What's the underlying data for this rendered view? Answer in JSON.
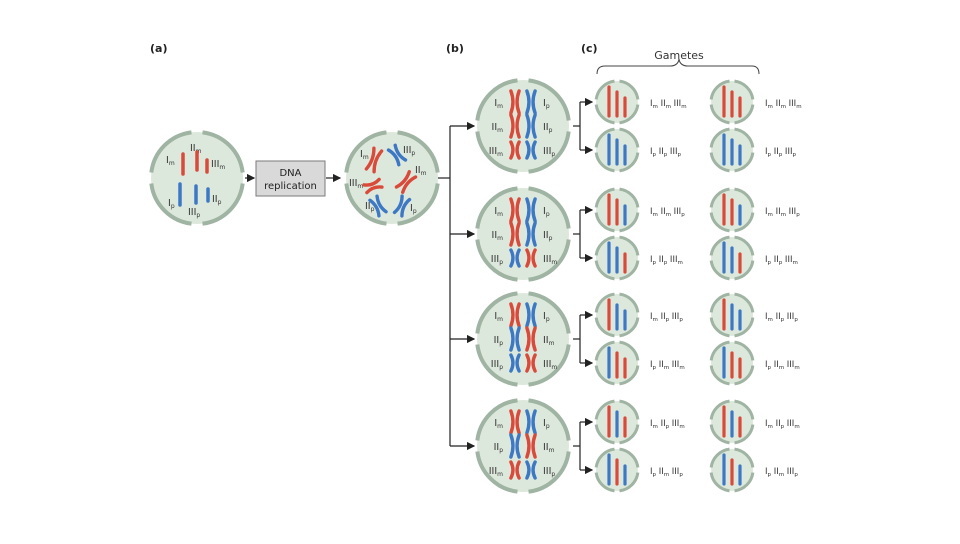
{
  "panel_labels": {
    "a": "(a)",
    "b": "(b)",
    "c": "(c)"
  },
  "dna_box": {
    "line1": "DNA",
    "line2": "replication"
  },
  "gametes_title": "Gametes",
  "colors": {
    "maternal": "#d94a3a",
    "paternal": "#3d78c4",
    "cell_fill": "#dde8dc",
    "cell_border": "#9fb4a2",
    "arrow": "#222222",
    "box_fill": "#d9d9d9",
    "box_border": "#7a7a7a"
  },
  "cell_a": {
    "labels": [
      {
        "roman": "II",
        "sub": "m"
      },
      {
        "roman": "I",
        "sub": "m"
      },
      {
        "roman": "III",
        "sub": "m"
      },
      {
        "roman": "I",
        "sub": "p"
      },
      {
        "roman": "II",
        "sub": "p"
      },
      {
        "roman": "III",
        "sub": "p"
      }
    ]
  },
  "cell_replicated": {
    "labels": [
      {
        "roman": "I",
        "sub": "m"
      },
      {
        "roman": "III",
        "sub": "p"
      },
      {
        "roman": "II",
        "sub": "m"
      },
      {
        "roman": "III",
        "sub": "m"
      },
      {
        "roman": "II",
        "sub": "p"
      },
      {
        "roman": "I",
        "sub": "p"
      }
    ]
  },
  "metaphase_cells": [
    {
      "rows": [
        {
          "left": {
            "roman": "I",
            "sub": "m"
          },
          "right": {
            "roman": "I",
            "sub": "p"
          }
        },
        {
          "left": {
            "roman": "II",
            "sub": "m"
          },
          "right": {
            "roman": "II",
            "sub": "p"
          }
        },
        {
          "left": {
            "roman": "III",
            "sub": "m"
          },
          "right": {
            "roman": "III",
            "sub": "p"
          }
        }
      ]
    },
    {
      "rows": [
        {
          "left": {
            "roman": "I",
            "sub": "m"
          },
          "right": {
            "roman": "I",
            "sub": "p"
          }
        },
        {
          "left": {
            "roman": "II",
            "sub": "m"
          },
          "right": {
            "roman": "II",
            "sub": "p"
          }
        },
        {
          "left": {
            "roman": "III",
            "sub": "p"
          },
          "right": {
            "roman": "III",
            "sub": "m"
          }
        }
      ]
    },
    {
      "rows": [
        {
          "left": {
            "roman": "I",
            "sub": "m"
          },
          "right": {
            "roman": "I",
            "sub": "p"
          }
        },
        {
          "left": {
            "roman": "II",
            "sub": "p"
          },
          "right": {
            "roman": "II",
            "sub": "m"
          }
        },
        {
          "left": {
            "roman": "III",
            "sub": "p"
          },
          "right": {
            "roman": "III",
            "sub": "m"
          }
        }
      ]
    },
    {
      "rows": [
        {
          "left": {
            "roman": "I",
            "sub": "m"
          },
          "right": {
            "roman": "I",
            "sub": "p"
          }
        },
        {
          "left": {
            "roman": "II",
            "sub": "p"
          },
          "right": {
            "roman": "II",
            "sub": "m"
          }
        },
        {
          "left": {
            "roman": "III",
            "sub": "m"
          },
          "right": {
            "roman": "III",
            "sub": "p"
          }
        }
      ]
    }
  ],
  "gametes": [
    {
      "label": [
        {
          "roman": "I",
          "sub": "m"
        },
        {
          "roman": "II",
          "sub": "m"
        },
        {
          "roman": "III",
          "sub": "m"
        }
      ],
      "colors": [
        "m",
        "m",
        "m"
      ]
    },
    {
      "label": [
        {
          "roman": "I",
          "sub": "m"
        },
        {
          "roman": "II",
          "sub": "m"
        },
        {
          "roman": "III",
          "sub": "m"
        }
      ],
      "colors": [
        "m",
        "m",
        "m"
      ]
    },
    {
      "label": [
        {
          "roman": "I",
          "sub": "p"
        },
        {
          "roman": "II",
          "sub": "p"
        },
        {
          "roman": "III",
          "sub": "p"
        }
      ],
      "colors": [
        "p",
        "p",
        "p"
      ]
    },
    {
      "label": [
        {
          "roman": "I",
          "sub": "p"
        },
        {
          "roman": "II",
          "sub": "p"
        },
        {
          "roman": "III",
          "sub": "p"
        }
      ],
      "colors": [
        "p",
        "p",
        "p"
      ]
    },
    {
      "label": [
        {
          "roman": "I",
          "sub": "m"
        },
        {
          "roman": "II",
          "sub": "m"
        },
        {
          "roman": "III",
          "sub": "p"
        }
      ],
      "colors": [
        "m",
        "m",
        "p"
      ]
    },
    {
      "label": [
        {
          "roman": "I",
          "sub": "m"
        },
        {
          "roman": "II",
          "sub": "m"
        },
        {
          "roman": "III",
          "sub": "p"
        }
      ],
      "colors": [
        "m",
        "m",
        "p"
      ]
    },
    {
      "label": [
        {
          "roman": "I",
          "sub": "p"
        },
        {
          "roman": "II",
          "sub": "p"
        },
        {
          "roman": "III",
          "sub": "m"
        }
      ],
      "colors": [
        "p",
        "p",
        "m"
      ]
    },
    {
      "label": [
        {
          "roman": "I",
          "sub": "p"
        },
        {
          "roman": "II",
          "sub": "p"
        },
        {
          "roman": "III",
          "sub": "m"
        }
      ],
      "colors": [
        "p",
        "p",
        "m"
      ]
    },
    {
      "label": [
        {
          "roman": "I",
          "sub": "m"
        },
        {
          "roman": "II",
          "sub": "p"
        },
        {
          "roman": "III",
          "sub": "p"
        }
      ],
      "colors": [
        "m",
        "p",
        "p"
      ]
    },
    {
      "label": [
        {
          "roman": "I",
          "sub": "m"
        },
        {
          "roman": "II",
          "sub": "p"
        },
        {
          "roman": "III",
          "sub": "p"
        }
      ],
      "colors": [
        "m",
        "p",
        "p"
      ]
    },
    {
      "label": [
        {
          "roman": "I",
          "sub": "p"
        },
        {
          "roman": "II",
          "sub": "m"
        },
        {
          "roman": "III",
          "sub": "m"
        }
      ],
      "colors": [
        "p",
        "m",
        "m"
      ]
    },
    {
      "label": [
        {
          "roman": "I",
          "sub": "p"
        },
        {
          "roman": "II",
          "sub": "m"
        },
        {
          "roman": "III",
          "sub": "m"
        }
      ],
      "colors": [
        "p",
        "m",
        "m"
      ]
    },
    {
      "label": [
        {
          "roman": "I",
          "sub": "m"
        },
        {
          "roman": "II",
          "sub": "p"
        },
        {
          "roman": "III",
          "sub": "m"
        }
      ],
      "colors": [
        "m",
        "p",
        "m"
      ]
    },
    {
      "label": [
        {
          "roman": "I",
          "sub": "m"
        },
        {
          "roman": "II",
          "sub": "p"
        },
        {
          "roman": "III",
          "sub": "m"
        }
      ],
      "colors": [
        "m",
        "p",
        "m"
      ]
    },
    {
      "label": [
        {
          "roman": "I",
          "sub": "p"
        },
        {
          "roman": "II",
          "sub": "m"
        },
        {
          "roman": "III",
          "sub": "p"
        }
      ],
      "colors": [
        "p",
        "m",
        "p"
      ]
    },
    {
      "label": [
        {
          "roman": "I",
          "sub": "p"
        },
        {
          "roman": "II",
          "sub": "m"
        },
        {
          "roman": "III",
          "sub": "p"
        }
      ],
      "colors": [
        "p",
        "m",
        "p"
      ]
    }
  ]
}
